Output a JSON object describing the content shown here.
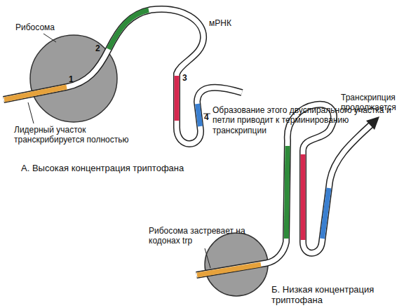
{
  "diagram": {
    "labels": [
      "Рибосома",
      "мРНК",
      "1",
      "2",
      "3",
      "4",
      "Лидерный участок транскрибируется полностью",
      "Образование этого двуспирального участка и петли приводит к терминированию транскрипции",
      "А. Высокая концентрация триптофана",
      "Транскрипция продолжается",
      "Рибосома застревает на кодонах trp",
      "Б. Низкая концентрация триптофана"
    ]
  }
}
